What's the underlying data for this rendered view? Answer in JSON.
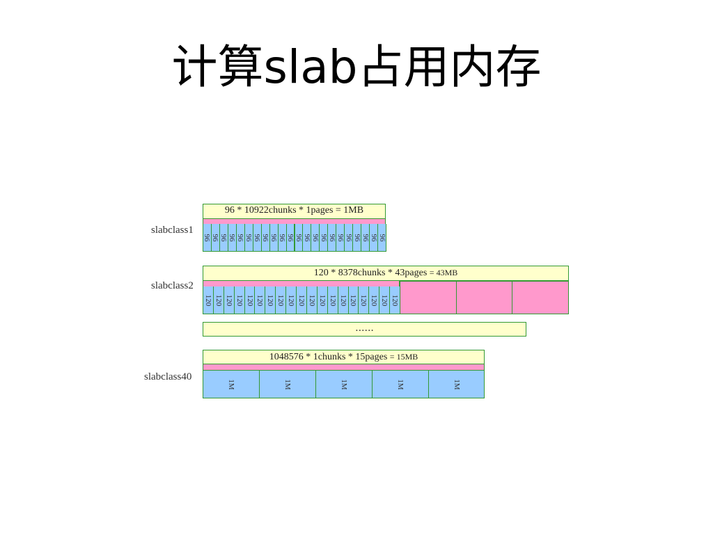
{
  "title": "计算slab占用内存",
  "diagram": {
    "slabclass1": {
      "label": "slabclass1",
      "header_main": "96 * 10922chunks * 1pages = 1MB",
      "chunk_label": "96",
      "chunk_count": 22
    },
    "slabclass2": {
      "label": "slabclass2",
      "header_main": "120 * 8378chunks * 43pages",
      "header_total": "= 43MB",
      "chunk_label": "120",
      "chunk_count": 19,
      "extra_pages": 3
    },
    "ellipsis": "......",
    "slabclass40": {
      "label": "slabclass40",
      "header_main": "1048576 * 1chunks * 15pages",
      "header_total": "= 15MB",
      "page_label": "1M",
      "page_count": 5
    },
    "colors": {
      "header_fill": "#ffffcc",
      "used_band": "#ff99cc",
      "chunk_fill": "#99ccff",
      "border": "#339933"
    }
  }
}
